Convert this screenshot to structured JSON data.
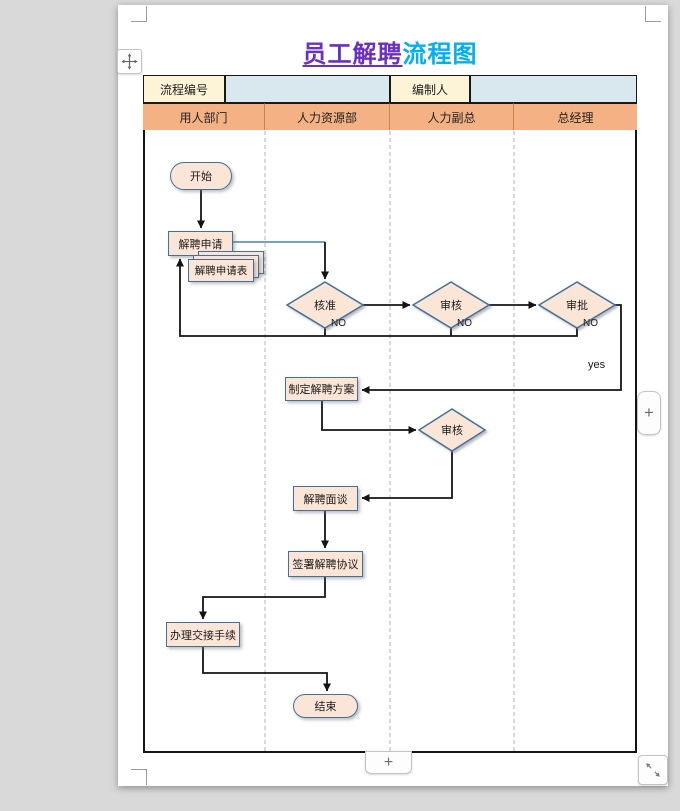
{
  "document": {
    "title": {
      "part1": "员工解聘",
      "part2": "流程图"
    },
    "header_row": {
      "field1_label": "流程编号",
      "field1_value": "",
      "field2_label": "编制人",
      "field2_value": ""
    },
    "lanes": {
      "lane1": "用人部门",
      "lane2": "人力资源部",
      "lane3": "人力副总",
      "lane4": "总经理"
    }
  },
  "flowchart": {
    "nodes": {
      "start": "开始",
      "apply": "解聘申请",
      "apply_form": "解聘申请表",
      "check1": "核准",
      "review1": "审核",
      "approve": "审批",
      "plan": "制定解聘方案",
      "review2": "审核",
      "interview": "解聘面谈",
      "sign": "签署解聘协议",
      "handover": "办理交接手续",
      "end": "结束"
    },
    "edge_labels": {
      "no1": "NO",
      "no2": "NO",
      "no3": "NO",
      "yes": "yes"
    }
  },
  "controls": {
    "add_right_button": "+",
    "add_bottom_button": "+"
  },
  "colors": {
    "title_primary": "#6a2fc4",
    "title_accent": "#00b0f0",
    "lane_header_bg": "#f4b183",
    "field_cell_bg": "#fdf3d6",
    "value_cell_bg": "#d9e8ee",
    "shape_fill": "#fbe5d6",
    "shape_border": "#41719c"
  }
}
